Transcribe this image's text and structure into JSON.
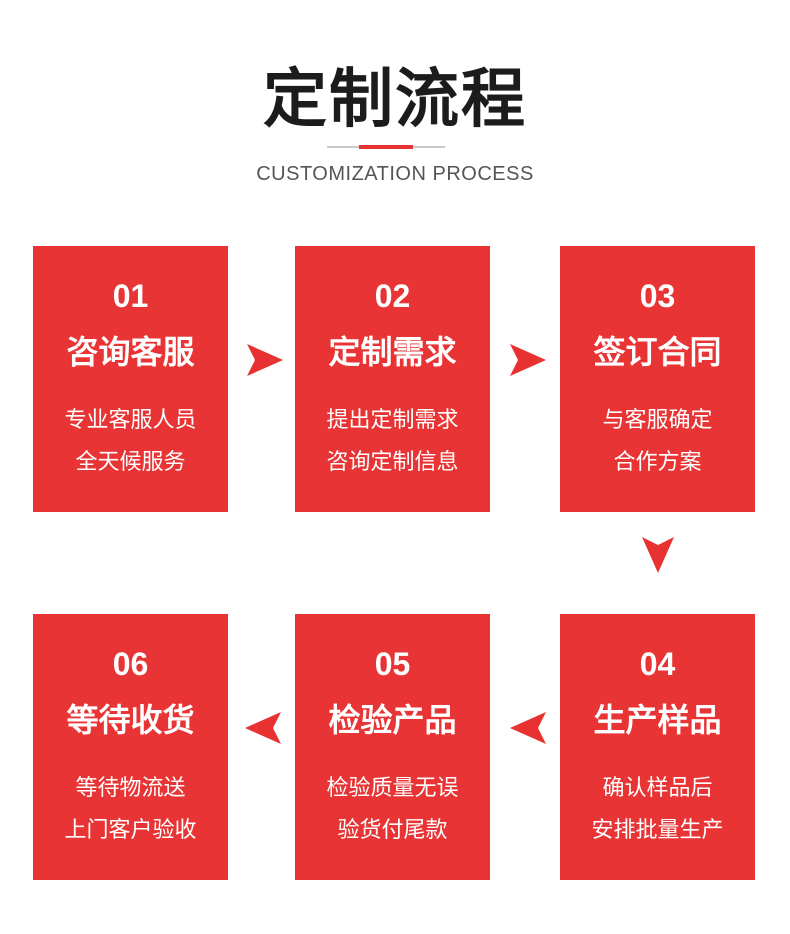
{
  "header": {
    "title": "定制流程",
    "subtitle": "CUSTOMIZATION PROCESS"
  },
  "colors": {
    "card": "#e83434",
    "accent": "#e83232",
    "title": "#1c1c1c"
  },
  "steps": [
    {
      "num": "01",
      "name": "咨询客服",
      "line1": "专业客服人员",
      "line2": "全天候服务"
    },
    {
      "num": "02",
      "name": "定制需求",
      "line1": "提出定制需求",
      "line2": "咨询定制信息"
    },
    {
      "num": "03",
      "name": "签订合同",
      "line1": "与客服确定",
      "line2": "合作方案"
    },
    {
      "num": "04",
      "name": "生产样品",
      "line1": "确认样品后",
      "line2": "安排批量生产"
    },
    {
      "num": "05",
      "name": "检验产品",
      "line1": "检验质量无误",
      "line2": "验货付尾款"
    },
    {
      "num": "06",
      "name": "等待收货",
      "line1": "等待物流送",
      "line2": "上门客户验收"
    }
  ]
}
